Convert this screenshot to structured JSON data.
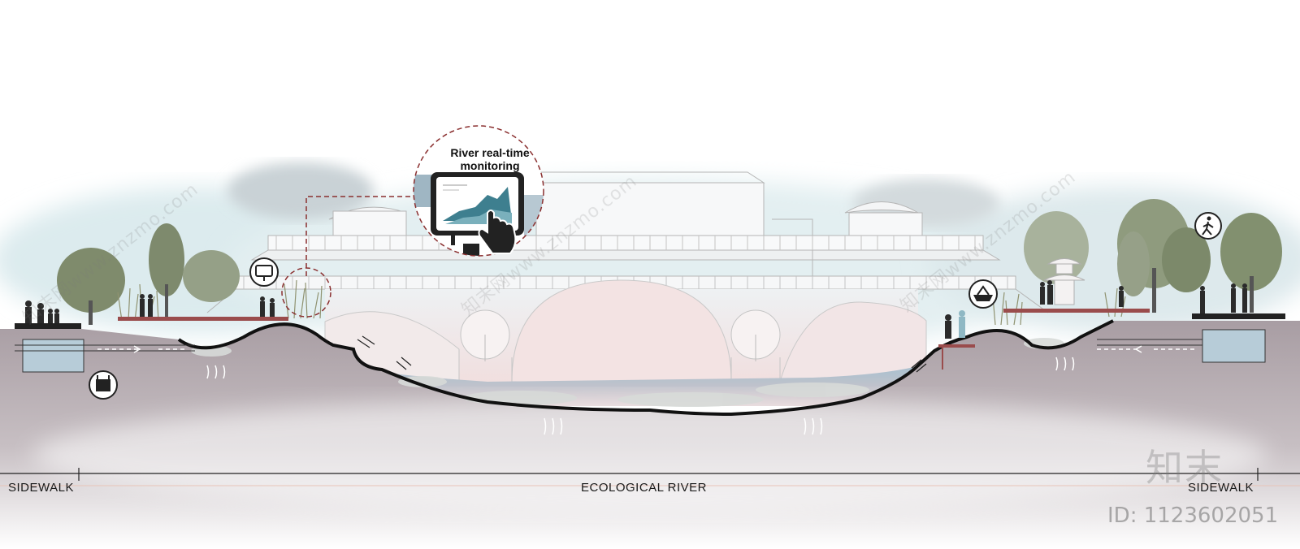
{
  "callout": {
    "line1": "River real-time",
    "line2": "monitoring"
  },
  "labels": {
    "left": "SIDEWALK",
    "center": "ECOLOGICAL RIVER",
    "right": "SIDEWALK"
  },
  "watermark": {
    "cn": "知末",
    "id": "ID: 1123602051",
    "site": "知末网www.znzmo.com"
  },
  "colors": {
    "ground": "#b9aeb2",
    "water": "#9fb7c8",
    "sky_mist": "#dcecef",
    "structure_line": "#b5b5b5",
    "callout_ring": "#8a2f2f",
    "deck_red": "#9a4c4c",
    "vegetation": "#7d8a6a"
  },
  "icons": [
    "monitoring-screen-icon",
    "hand-pointer-icon",
    "cctv-monitor-icon",
    "pedestrian-icon",
    "water-tank-icon",
    "boat-icon"
  ]
}
